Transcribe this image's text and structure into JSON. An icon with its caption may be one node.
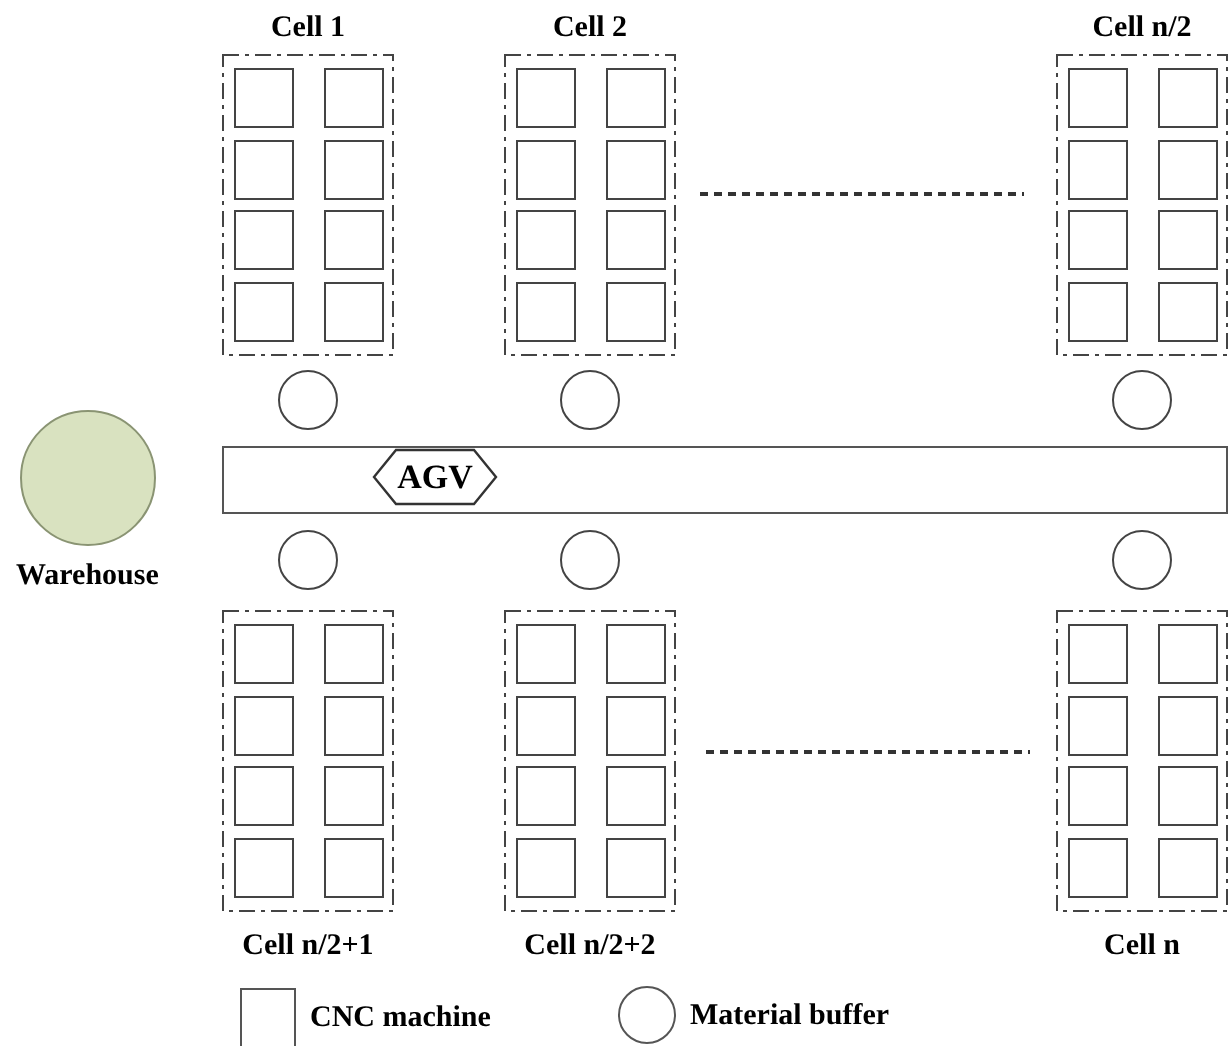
{
  "diagram": {
    "nodes": [
      {
        "text": [
          "Cell 1"
        ]
      },
      {
        "text": [],
        "shape": "box",
        "in": 0
      },
      {
        "text": [],
        "shape": "box",
        "in": 0
      },
      {
        "text": [],
        "shape": "box",
        "in": 0
      },
      {
        "text": [],
        "shape": "box",
        "in": 0
      },
      {
        "text": [],
        "shape": "box",
        "in": 0
      },
      {
        "text": [],
        "shape": "box",
        "in": 0
      },
      {
        "text": [],
        "shape": "box",
        "in": 0
      },
      {
        "text": [],
        "shape": "box",
        "in": 0
      },
      {
        "text": [
          "Cell 2"
        ]
      },
      {
        "text": [],
        "shape": "box",
        "in": 9
      },
      {
        "text": [],
        "shape": "box",
        "in": 9
      },
      {
        "text": [],
        "shape": "box",
        "in": 9
      },
      {
        "text": [],
        "shape": "box",
        "in": 9
      },
      {
        "text": [],
        "shape": "box",
        "in": 9
      },
      {
        "text": [],
        "shape": "box",
        "in": 9
      },
      {
        "text": [],
        "shape": "box",
        "in": 9
      },
      {
        "text": [],
        "shape": "box",
        "in": 9
      },
      {
        "text": [
          "Cell n/2"
        ]
      },
      {
        "text": [],
        "shape": "box",
        "in": 18
      },
      {
        "text": [],
        "shape": "box",
        "in": 18
      },
      {
        "text": [],
        "shape": "box",
        "in": 18
      },
      {
        "text": [],
        "shape": "box",
        "in": 18
      },
      {
        "text": [],
        "shape": "box",
        "in": 18
      },
      {
        "text": [],
        "shape": "box",
        "in": 18
      },
      {
        "text": [],
        "shape": "box",
        "in": 18
      },
      {
        "text": [],
        "shape": "box",
        "in": 18
      },
      {
        "text": [],
        "shape": "circle"
      },
      {
        "text": [],
        "shape": "circle"
      },
      {
        "text": [],
        "shape": "circle"
      },
      {
        "text": [
          "Warehouse"
        ]
      },
      {
        "text": [],
        "shape": "bar"
      },
      {
        "text": [
          "AGV"
        ],
        "in": 31
      },
      {
        "text": [],
        "shape": "circle"
      },
      {
        "text": [],
        "shape": "circle"
      },
      {
        "text": [],
        "shape": "circle"
      },
      {
        "text": [
          "Cell n/2+1"
        ]
      },
      {
        "text": [],
        "shape": "box",
        "in": 36
      },
      {
        "text": [],
        "shape": "box",
        "in": 36
      },
      {
        "text": [],
        "shape": "box",
        "in": 36
      },
      {
        "text": [],
        "shape": "box",
        "in": 36
      },
      {
        "text": [],
        "shape": "box",
        "in": 36
      },
      {
        "text": [],
        "shape": "box",
        "in": 36
      },
      {
        "text": [],
        "shape": "box",
        "in": 36
      },
      {
        "text": [],
        "shape": "box",
        "in": 36
      },
      {
        "text": [
          "Cell n/2+2"
        ]
      },
      {
        "text": [],
        "shape": "box",
        "in": 45
      },
      {
        "text": [],
        "shape": "box",
        "in": 45
      },
      {
        "text": [],
        "shape": "box",
        "in": 45
      },
      {
        "text": [],
        "shape": "box",
        "in": 45
      },
      {
        "text": [],
        "shape": "box",
        "in": 45
      },
      {
        "text": [],
        "shape": "box",
        "in": 45
      },
      {
        "text": [],
        "shape": "box",
        "in": 45
      },
      {
        "text": [],
        "shape": "box",
        "in": 45
      },
      {
        "text": [
          "Cell n"
        ]
      },
      {
        "text": [],
        "shape": "box",
        "in": 54
      },
      {
        "text": [],
        "shape": "box",
        "in": 54
      },
      {
        "text": [],
        "shape": "box",
        "in": 54
      },
      {
        "text": [],
        "shape": "box",
        "in": 54
      },
      {
        "text": [],
        "shape": "box",
        "in": 54
      },
      {
        "text": [],
        "shape": "box",
        "in": 54
      },
      {
        "text": [],
        "shape": "box",
        "in": 54
      },
      {
        "text": [],
        "shape": "box",
        "in": 54
      }
    ],
    "legend": [
      {
        "text": "CNC machine"
      },
      {
        "text": "Material buffer"
      }
    ]
  }
}
